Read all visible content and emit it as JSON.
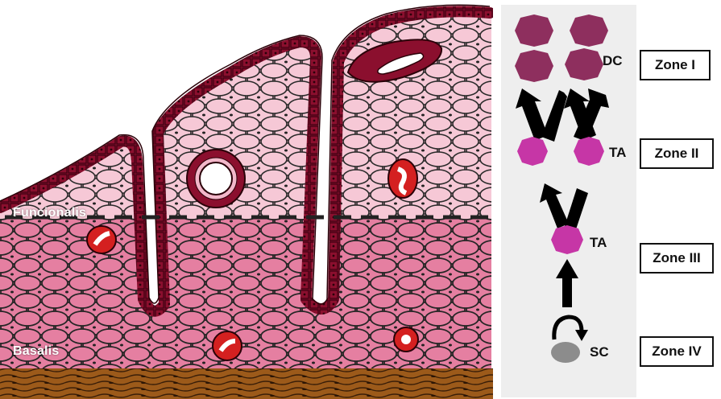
{
  "tissue": {
    "layer_upper_label": "Funcionalis",
    "layer_lower_label": "Basalis"
  },
  "cells": {
    "dc_label": "DC",
    "ta_label_upper": "TA",
    "ta_label_lower": "TA",
    "sc_label": "SC"
  },
  "zones": [
    "Zone I",
    "Zone II",
    "Zone III",
    "Zone IV"
  ],
  "colors": {
    "epithelium": "#8b0f2e",
    "stroma_upper": "#f2b7c9",
    "stroma_lower": "#e2799b",
    "cell_outline": "#2a2a2a",
    "muscle": "#9c5a1a",
    "dc_cell": "#8e2f5e",
    "ta_cell": "#c636a6",
    "sc_cell": "#8c8c8c",
    "panel_bg": "#eeeeee",
    "vessel": "#d42020"
  }
}
